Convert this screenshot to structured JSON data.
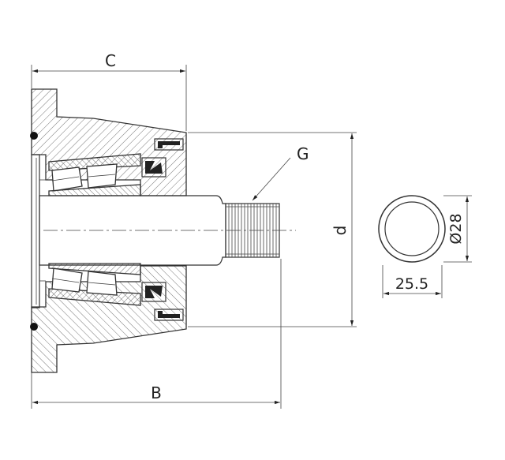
{
  "labels": {
    "dim_c": "C",
    "dim_b": "B",
    "dim_d": "d",
    "thread_g": "G",
    "dim_width": "25.5",
    "dim_diameter": "Ø28"
  },
  "colors": {
    "line": "#333333",
    "hatch": "#555555",
    "background": "#ffffff"
  }
}
